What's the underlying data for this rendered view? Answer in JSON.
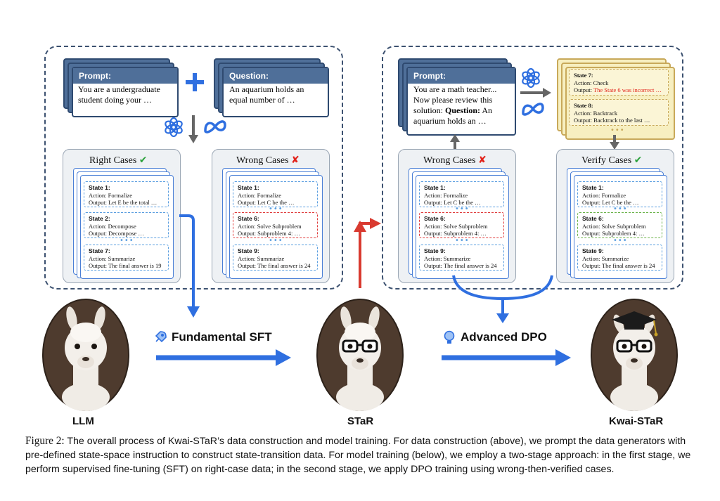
{
  "top_left": {
    "prompt_card": {
      "title": "Prompt:",
      "body": "You are a undergraduate student doing your …"
    },
    "question_card": {
      "title": "Question:",
      "body": "An aquarium holds an equal number of …"
    },
    "right_cases": {
      "title": "Right Cases",
      "states": [
        {
          "name": "State 1:",
          "action": "Action: Formalize",
          "output": "Output: Let E be the total …"
        },
        {
          "name": "State 2:",
          "action": "Action: Decompose",
          "output": "Output: Decompose …"
        },
        {
          "name": "State 7:",
          "action": "Action: Summarize",
          "output": "Output: The final answer is 19"
        }
      ]
    },
    "wrong_cases": {
      "title": "Wrong Cases",
      "states": [
        {
          "name": "State 1:",
          "action": "Action: Formalize",
          "output": "Output: Let C be the …"
        },
        {
          "name": "State 6:",
          "action": "Action: Solve Subproblem",
          "output": "Output: Subproblem 4: …"
        },
        {
          "name": "State 9:",
          "action": "Action: Summarize",
          "output": "Output: The final answer is 24"
        }
      ]
    }
  },
  "top_right": {
    "prompt_card": {
      "title": "Prompt:",
      "body_pre": "You are a math teacher... Now please review this solution: ",
      "body_bold": "Question:",
      "body_post": " An aquarium holds an …"
    },
    "verify_card": {
      "states": [
        {
          "name": "State 7:",
          "action": "Action: Check",
          "output_prefix": "Output: ",
          "output_red": "The State 6 was incorrect …"
        },
        {
          "name": "State 8:",
          "action": "Action: Backtrack",
          "output": "Output: Backtrack to the last …"
        }
      ]
    },
    "wrong_cases": {
      "title": "Wrong Cases",
      "states": [
        {
          "name": "State 1:",
          "action": "Action: Formalize",
          "output": "Output: Let C be the …"
        },
        {
          "name": "State 6:",
          "action": "Action: Solve Subproblem",
          "output": "Output: Subproblem 4: …"
        },
        {
          "name": "State 9:",
          "action": "Action: Summarize",
          "output": "Output: The final answer is 24"
        }
      ]
    },
    "verify_cases": {
      "title": "Verify Cases",
      "states": [
        {
          "name": "State 1:",
          "action": "Action: Formalize",
          "output": "Output: Let C be the …"
        },
        {
          "name": "State 6:",
          "action": "Action: Solve Subproblem",
          "output": "Output: Subproblem 4: …"
        },
        {
          "name": "State 9:",
          "action": "Action: Summarize",
          "output": "Output: The final answer is 24"
        }
      ]
    }
  },
  "stages": {
    "sft_label": "Fundamental SFT",
    "dpo_label": "Advanced DPO"
  },
  "models": {
    "llm": "LLM",
    "star": "STaR",
    "kwai": "Kwai-STaR"
  },
  "caption": {
    "lead": "Figure 2:",
    "text": " The overall process of Kwai-STaR’s data construction and model training. For data construction (above), we prompt the data generators with pre-defined state-space instruction to construct state-transition data. For model training (below), we employ a two-stage approach: in the first stage, we perform supervised fine-tuning (SFT) on right-case data; in the second stage, we apply DPO training using wrong-then-verified cases."
  },
  "colors": {
    "blue_arrow": "#2f6fe0",
    "red_arrow": "#d93a30",
    "gray_arrow": "#666666",
    "panel_border": "#3c5170"
  }
}
